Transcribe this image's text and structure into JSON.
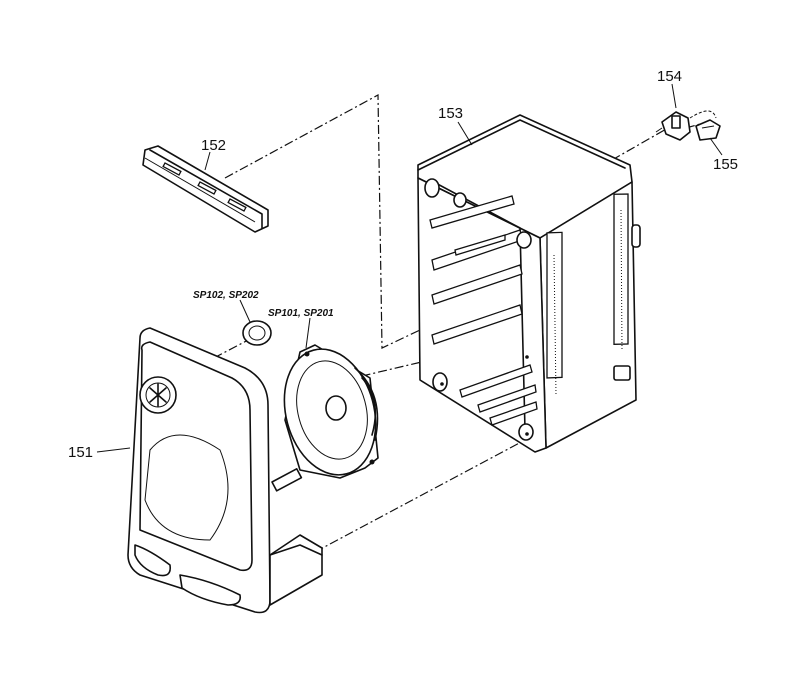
{
  "labels": {
    "p151": "151",
    "p152": "152",
    "p153": "153",
    "p154": "154",
    "p155": "155",
    "sp_tweeter": "SP102, SP202",
    "sp_woofer": "SP101, SP201"
  }
}
